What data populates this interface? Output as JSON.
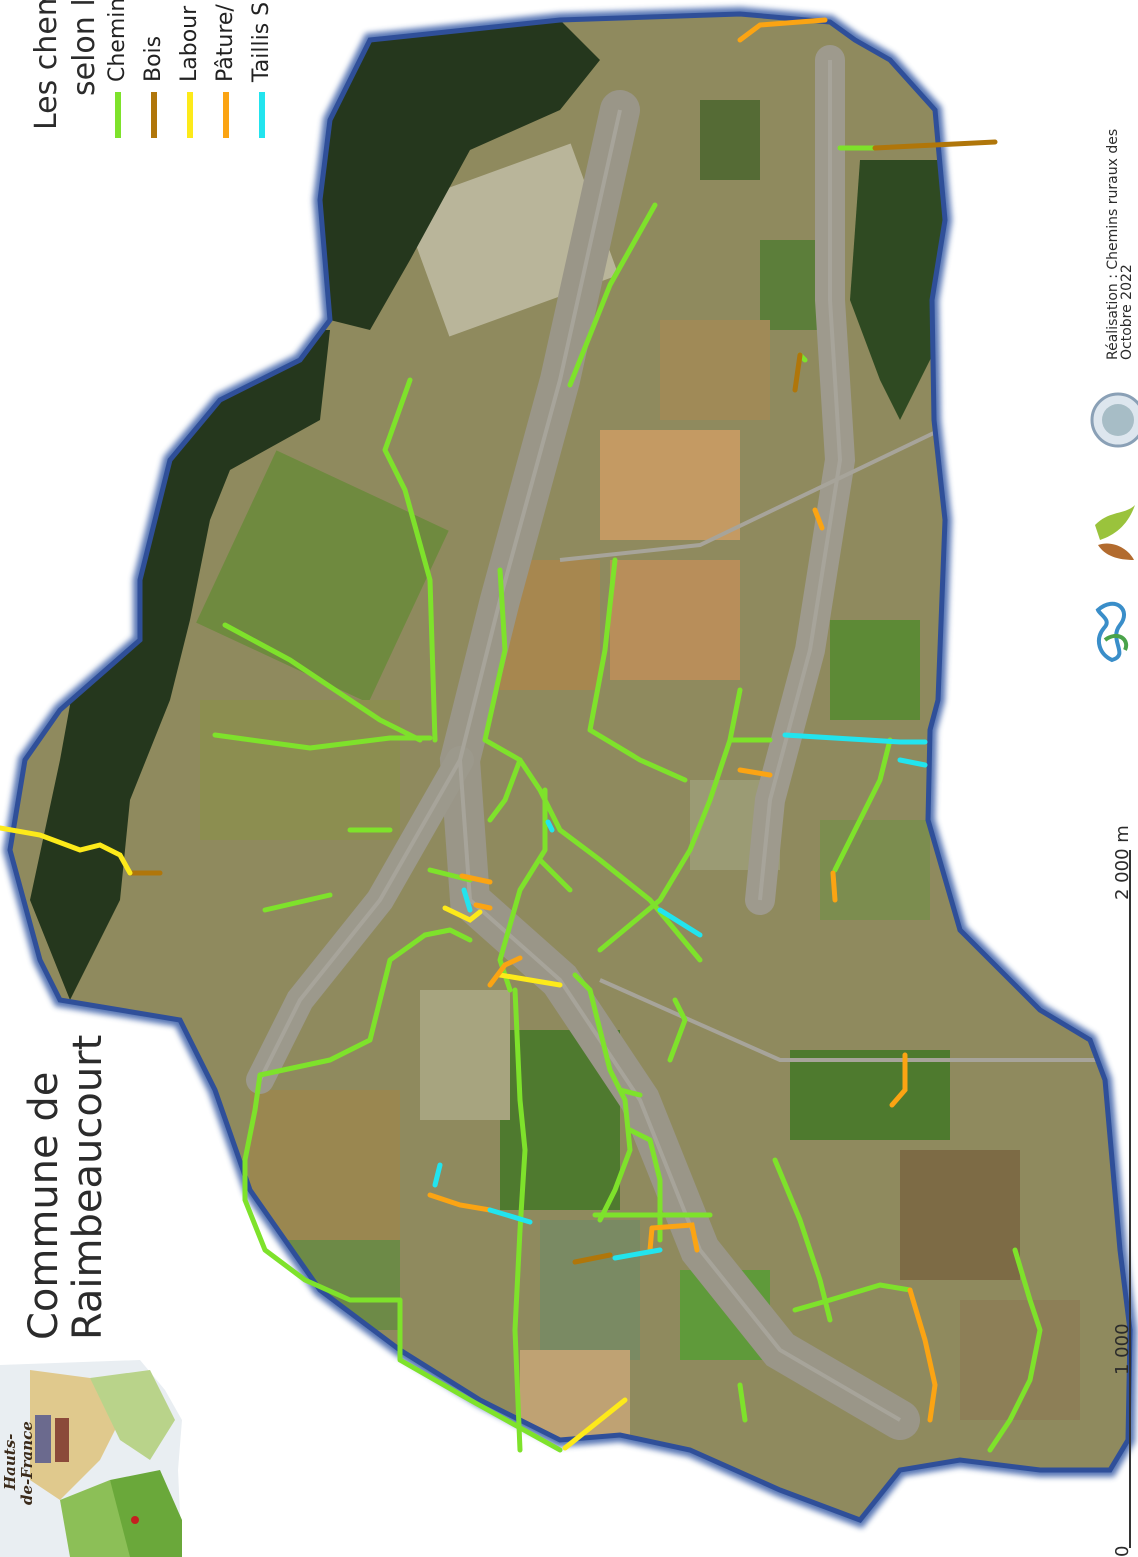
{
  "title": {
    "line1": "Commune de",
    "line2": "Raimbeaucourt"
  },
  "legend_title": {
    "line1": "Les chem",
    "line2": "selon l"
  },
  "legend": {
    "items": [
      {
        "label": "Chemin",
        "color": "#7ee22b",
        "icon": "legend-line-green"
      },
      {
        "label": "Bois",
        "color": "#b0760a",
        "icon": "legend-line-brown"
      },
      {
        "label": "Labour",
        "color": "#fdea1a",
        "icon": "legend-line-yellow"
      },
      {
        "label": "Pâture/",
        "color": "#fba413",
        "icon": "legend-line-orange"
      },
      {
        "label": "Taillis S",
        "color": "#22e4ee",
        "icon": "legend-line-cyan"
      }
    ]
  },
  "credits": {
    "line1": "Réalisation : Chemins ruraux des",
    "line2": "Octobre 2022"
  },
  "scale": {
    "zero": "0",
    "mid": "1 000",
    "end": "2 000 m"
  },
  "colors": {
    "path": "#7ee22b",
    "wood": "#b0760a",
    "plough": "#fdea1a",
    "pasture": "#fba413",
    "coppice": "#22e4ee",
    "border": "#3b5fa8",
    "forest": "#24361d"
  }
}
